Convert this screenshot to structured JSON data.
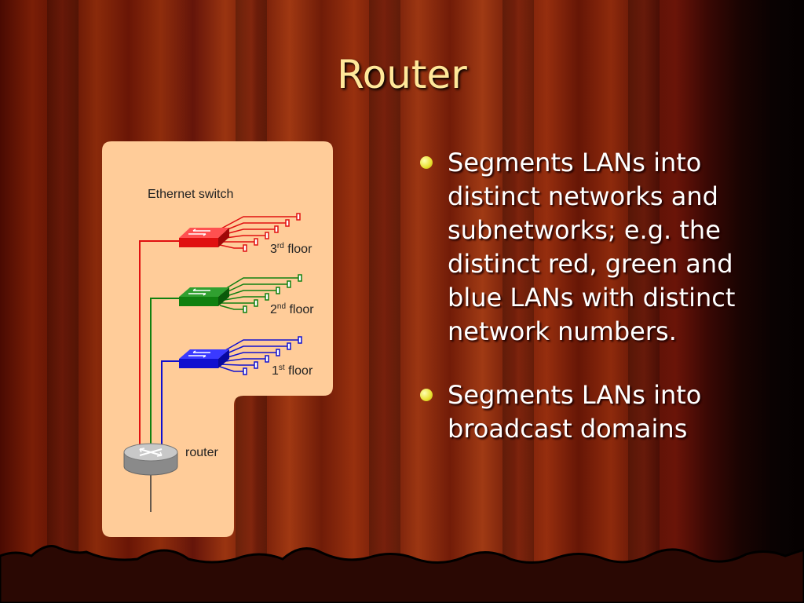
{
  "slide": {
    "title": "Router",
    "bullets": [
      "Segments LANs into distinct networks and subnetworks; e.g. the distinct red, green and blue LANs with distinct network numbers.",
      "Segments LANs into broadcast domains"
    ]
  },
  "diagram": {
    "switch_label": "Ethernet switch",
    "router_label": "router",
    "floors": [
      {
        "num": "3",
        "sup": "rd",
        "word": "floor",
        "color": "#e01010"
      },
      {
        "num": "2",
        "sup": "nd",
        "word": "floor",
        "color": "#108010"
      },
      {
        "num": "1",
        "sup": "st",
        "word": "floor",
        "color": "#1010d0"
      }
    ],
    "panel_color": "#ffcc99"
  }
}
